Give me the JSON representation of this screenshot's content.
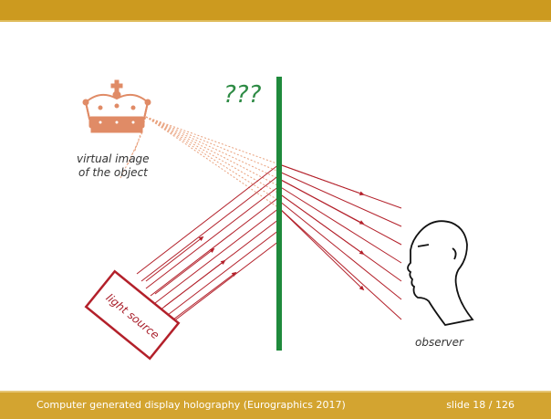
{
  "slide": {
    "question_marks": "???",
    "virtual_image_caption": {
      "line1": "virtual image",
      "line2": "of the object"
    },
    "light_source_label": "light source",
    "observer_label": "observer",
    "icons": [
      "crown-icon",
      "observer-head-icon"
    ],
    "colors": {
      "hologram_plate": "#1f8a3c",
      "rays": "#b3202a",
      "virtual_rays": "#e9a27e",
      "crown": "#e08b66",
      "header_bar": "#cc9a1f",
      "footer_bar": "#d3a430"
    }
  },
  "footer": {
    "title": "Computer generated display holography (Eurographics 2017)",
    "page": "slide 18 / 126"
  }
}
